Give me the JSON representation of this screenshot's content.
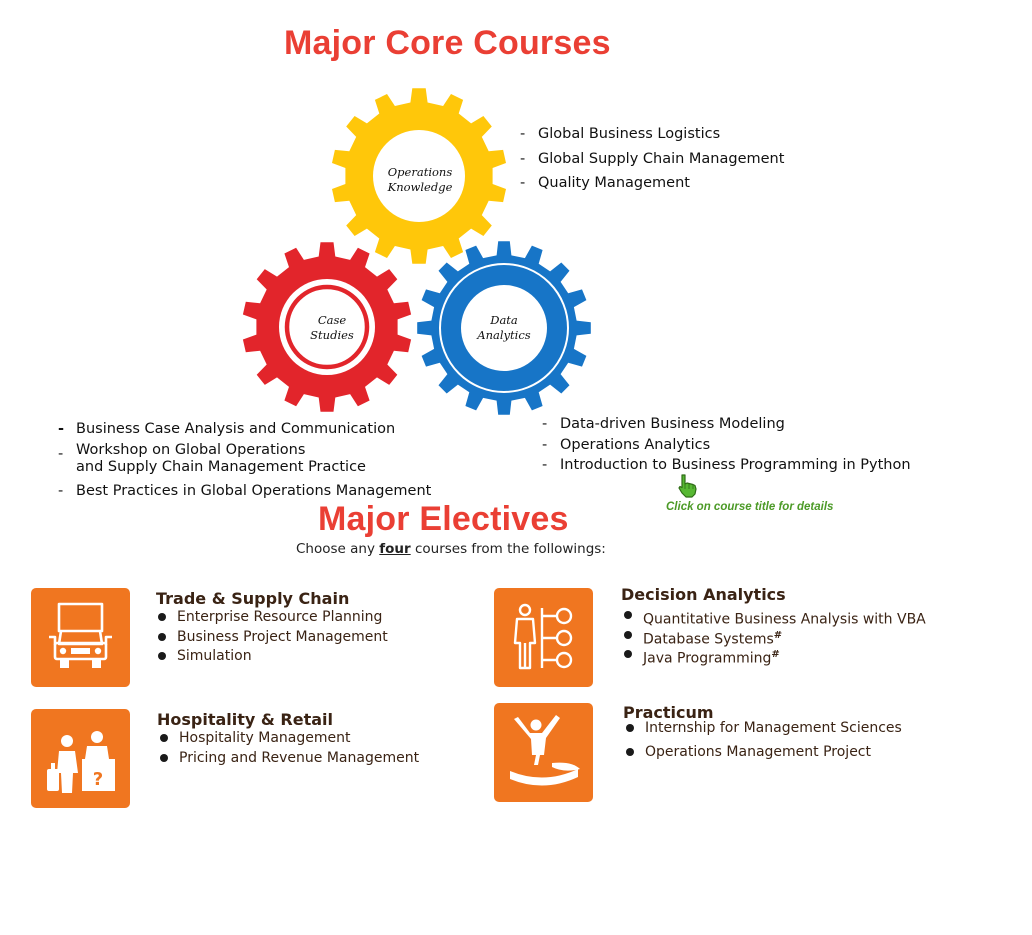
{
  "core": {
    "title": "Major Core Courses",
    "gears": [
      {
        "label_lines": [
          "Operations",
          "Knowledge"
        ],
        "color": "#ffc70a"
      },
      {
        "label_lines": [
          "Case",
          "Studies"
        ],
        "color": "#e2252b"
      },
      {
        "label_lines": [
          "Data",
          "Analytics"
        ],
        "color": "#1775c7"
      }
    ],
    "operations_courses": [
      "Global Business Logistics",
      "Global Supply Chain Management",
      "Quality Management"
    ],
    "case_courses": [
      {
        "lines": [
          "Business Case Analysis and Communication"
        ]
      },
      {
        "lines": [
          "Workshop on Global Operations",
          "and Supply Chain Management Practice"
        ]
      },
      {
        "lines": [
          "Best Practices in Global Operations Management"
        ]
      }
    ],
    "data_courses": [
      "Data-driven Business Modeling",
      "Operations Analytics",
      "Introduction to Business Programming in Python"
    ],
    "dash": "-"
  },
  "hint": "Click on course title for details",
  "electives": {
    "title": "Major Electives",
    "subtitle_pre": "Choose any ",
    "subtitle_em": "four",
    "subtitle_post": " courses from the followings:",
    "accent": "#f07620",
    "categories": [
      {
        "title": "Trade & Supply Chain",
        "icon": "truck-icon",
        "courses": [
          {
            "name": "Enterprise Resource Planning",
            "mark": ""
          },
          {
            "name": "Business Project Management",
            "mark": ""
          },
          {
            "name": "Simulation",
            "mark": ""
          }
        ]
      },
      {
        "title": "Decision Analytics",
        "icon": "presenter-icon",
        "courses": [
          {
            "name": "Quantitative Business Analysis with VBA",
            "mark": ""
          },
          {
            "name": "Database Systems",
            "mark": "#"
          },
          {
            "name": "Java Programming",
            "mark": "#"
          }
        ]
      },
      {
        "title": "Hospitality & Retail",
        "icon": "reception-icon",
        "courses": [
          {
            "name": "Hospitality Management",
            "mark": ""
          },
          {
            "name": "Pricing and Revenue Management",
            "mark": ""
          }
        ]
      },
      {
        "title": "Practicum",
        "icon": "success-icon",
        "courses": [
          {
            "name": "Internship for Management Sciences",
            "mark": ""
          },
          {
            "name": "Operations Management Project",
            "mark": ""
          }
        ]
      }
    ]
  }
}
